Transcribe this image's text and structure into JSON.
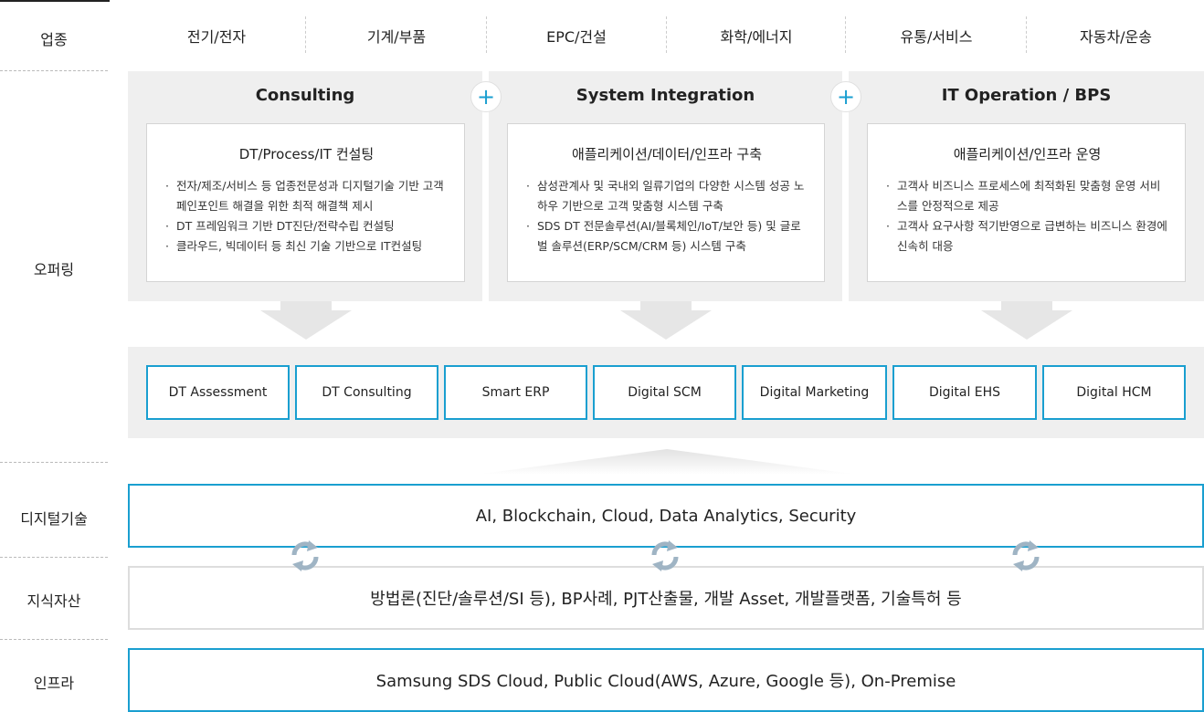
{
  "labels": {
    "industry": "업종",
    "offering": "오퍼링",
    "digital_tech": "디지털기술",
    "knowledge": "지식자산",
    "infra": "인프라"
  },
  "industries": [
    "전기/전자",
    "기계/부품",
    "EPC/건설",
    "화학/에너지",
    "유통/서비스",
    "자동차/운송"
  ],
  "offerings": [
    {
      "title": "Consulting",
      "card_title": "DT/Process/IT 컨설팅",
      "items": [
        "전자/제조/서비스 등 업종전문성과 디지털기술 기반 고객 페인포인트 해결을 위한 최적 해결책 제시",
        "DT 프레임워크 기반 DT진단/전략수립 컨설팅",
        "클라우드, 빅데이터 등 최신 기술 기반으로 IT컨설팅"
      ]
    },
    {
      "title": "System Integration",
      "card_title": "애플리케이션/데이터/인프라 구축",
      "items": [
        "삼성관계사 및 국내외 일류기업의 다양한 시스템 성공 노하우 기반으로 고객 맞춤형 시스템 구축",
        "SDS DT 전문솔루션(AI/블록체인/IoT/보안 등) 및 글로벌 솔루션(ERP/SCM/CRM 등) 시스템 구축"
      ]
    },
    {
      "title": "IT Operation / BPS",
      "card_title": "애플리케이션/인프라 운영",
      "items": [
        "고객사 비즈니스 프로세스에 최적화된 맞춤형 운영 서비스를 안정적으로 제공",
        "고객사 요구사항 적기반영으로 급변하는 비즈니스 환경에 신속히 대응"
      ]
    }
  ],
  "plus_symbol": "+",
  "solutions": [
    "DT Assessment",
    "DT Consulting",
    "Smart ERP",
    "Digital SCM",
    "Digital Marketing",
    "Digital EHS",
    "Digital HCM"
  ],
  "digital_tech": "AI, Blockchain, Cloud, Data Analytics, Security",
  "knowledge_assets": "방법론(진단/솔루션/SI 등), BP사례, PJT산출물, 개발 Asset, 개발플랫폼, 기술특허 등",
  "infrastructure": "Samsung SDS Cloud, Public Cloud(AWS, Azure, Google 등), On-Premise",
  "colors": {
    "accent": "#1a9fd0",
    "panel_bg": "#efefef",
    "cycle": "#9fb4c4"
  },
  "icons": {
    "plus": "plus-icon",
    "arrow": "down-arrow-icon",
    "cycle": "refresh-cycle-icon"
  }
}
